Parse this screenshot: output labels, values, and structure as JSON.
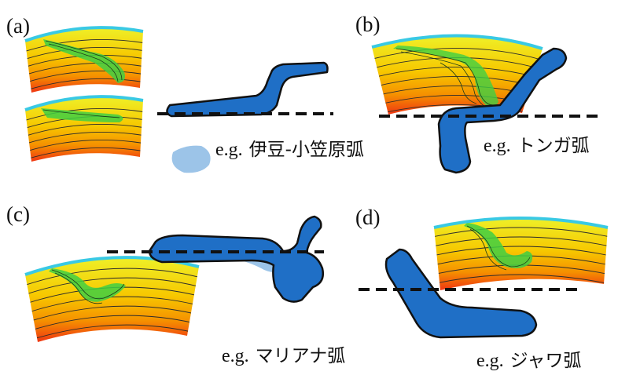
{
  "colors": {
    "slab": "#1f6fc6",
    "slab_light": "#9cc4e8",
    "mantle_top": "#eef028",
    "mantle_mid": "#f5a400",
    "mantle_bottom": "#ef3512",
    "surface": "#39c9e4",
    "cold_slab": "#3fcf43"
  },
  "panels": [
    {
      "label": "(a)",
      "example": {
        "eg": "e.g.",
        "name": "伊豆-小笠原弧"
      }
    },
    {
      "label": "(b)",
      "example": {
        "eg": "e.g.",
        "name": "トンガ弧"
      }
    },
    {
      "label": "(c)",
      "example": {
        "eg": "e.g.",
        "name": "マリアナ弧"
      }
    },
    {
      "label": "(d)",
      "example": {
        "eg": "e.g.",
        "name": "ジャワ弧"
      }
    }
  ]
}
